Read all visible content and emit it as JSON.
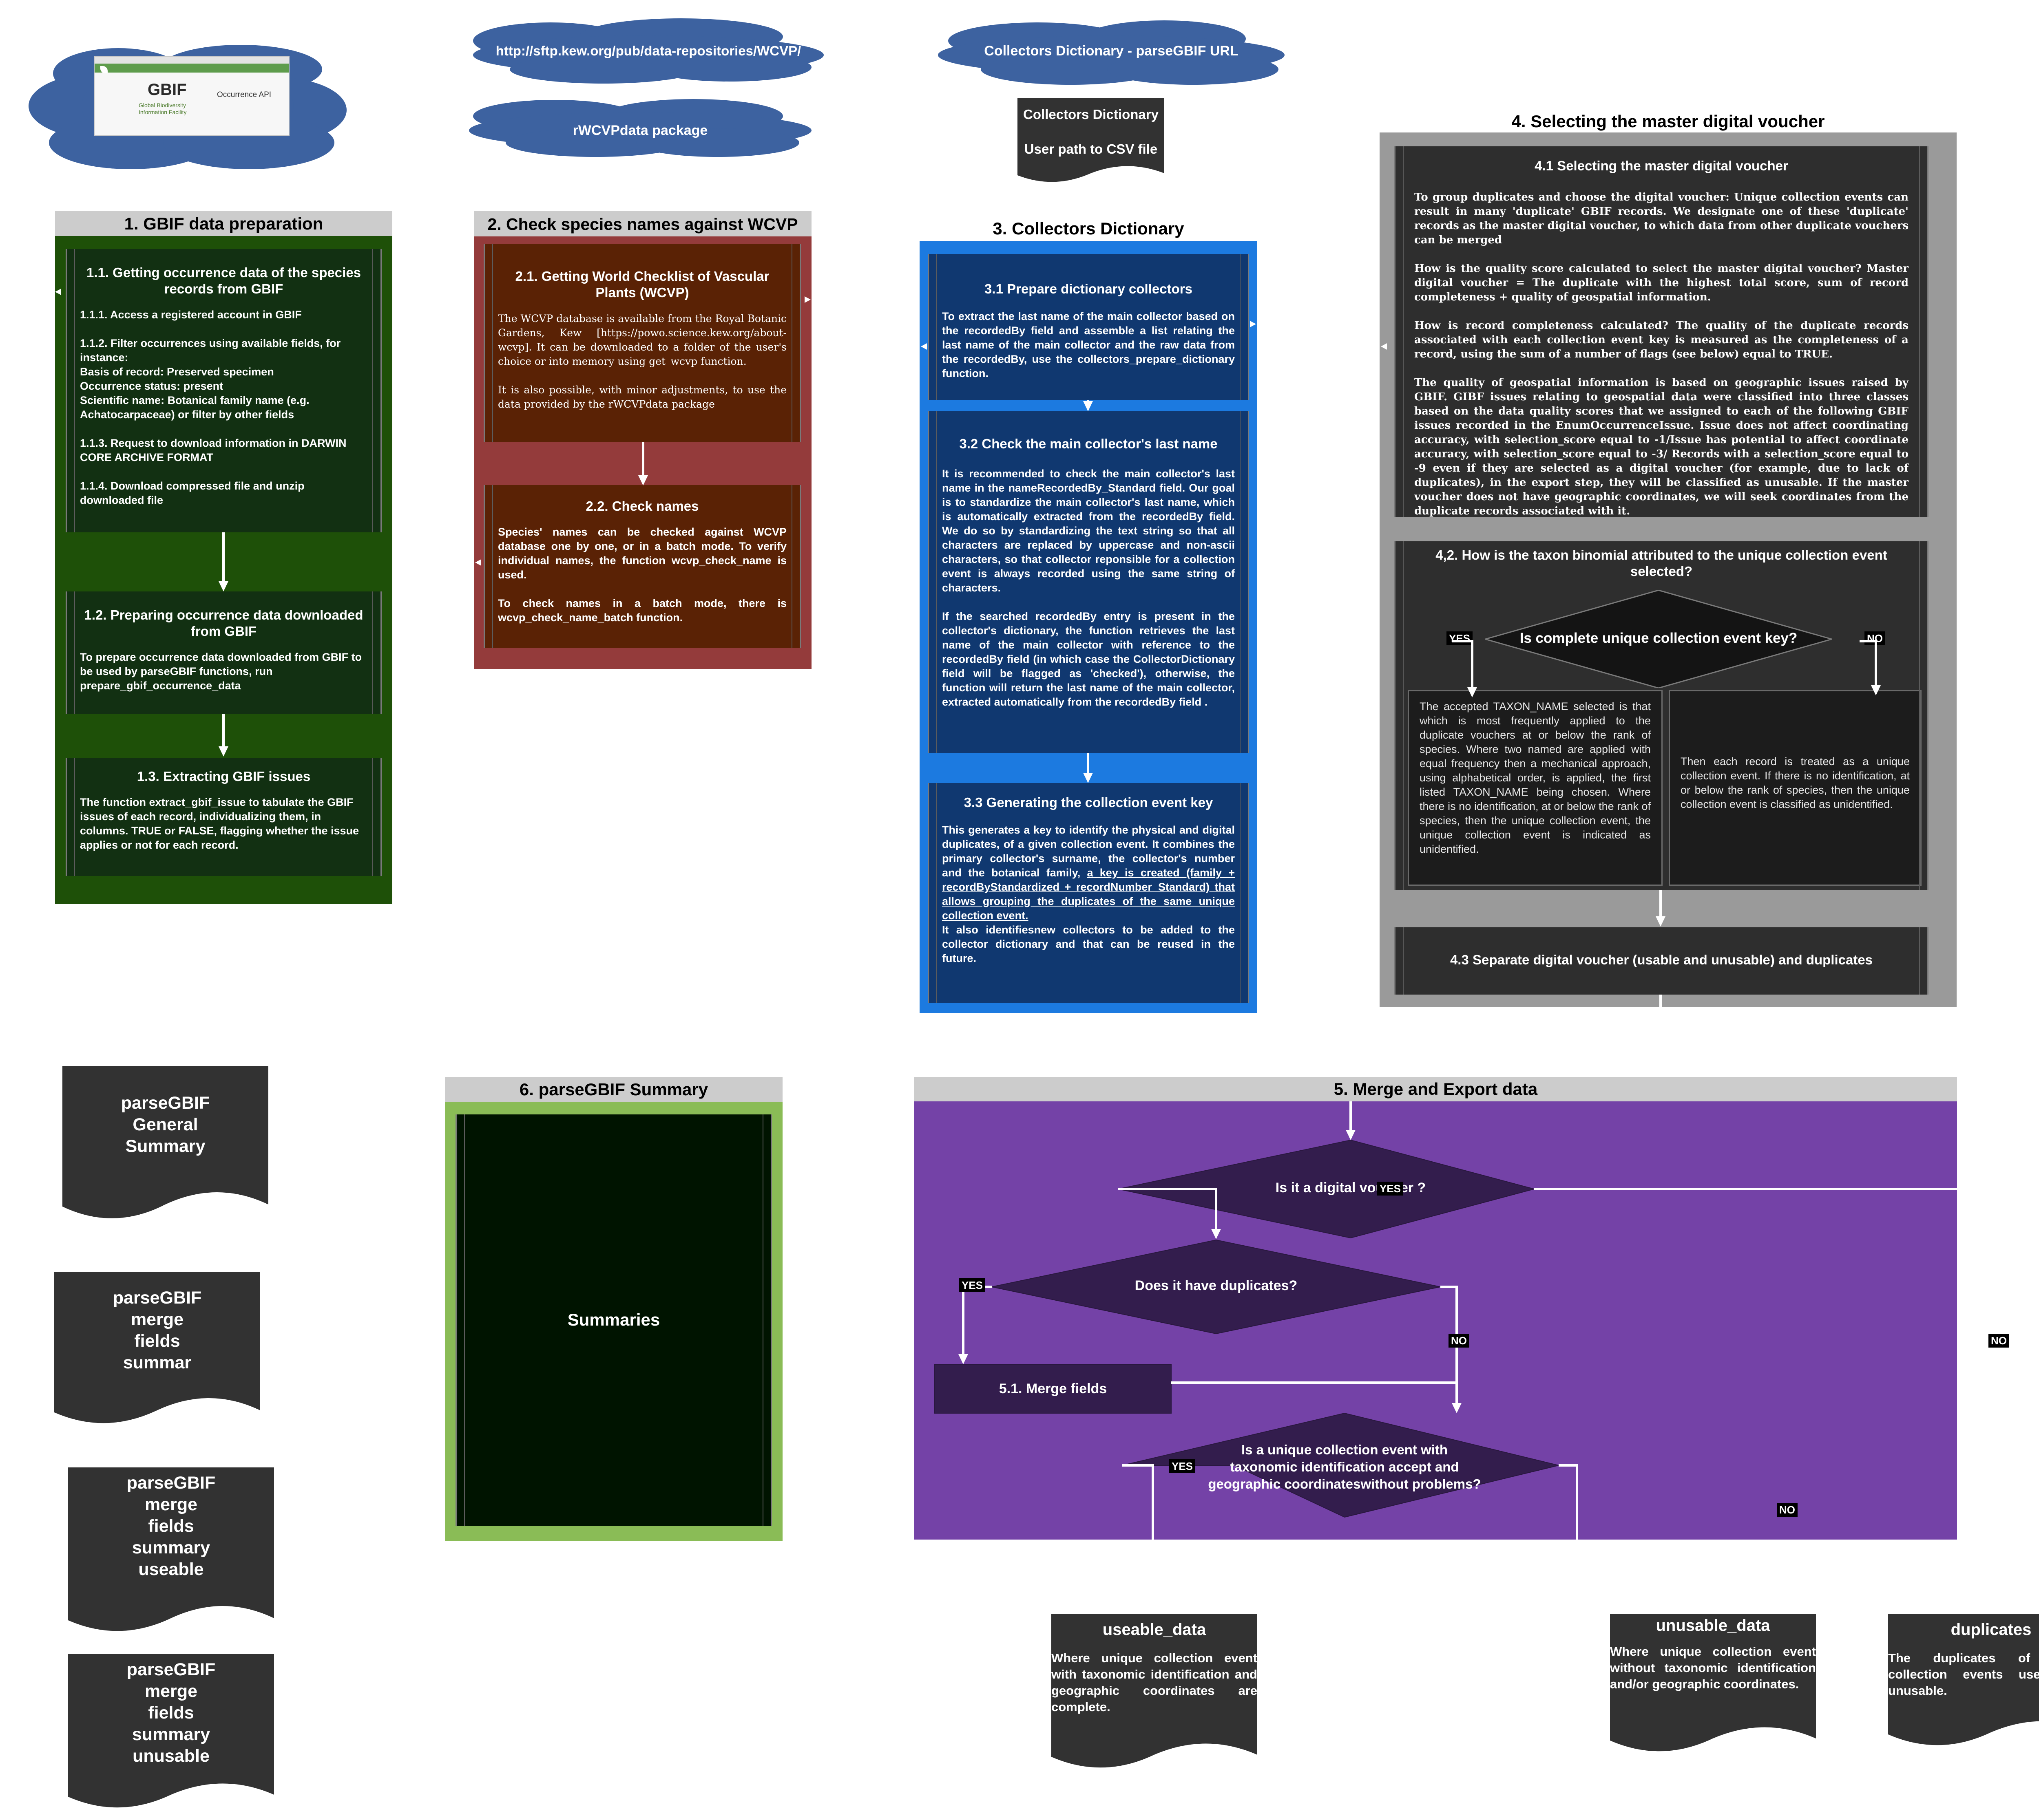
{
  "clouds": {
    "gbif_api": {
      "logo": "GBIF",
      "logo_sub": "Global Biodiversity\nInformation Facility",
      "page_title": "Occurrence API"
    },
    "wcvp_url": "http://sftp.kew.org/pub/data-repositories/WCVP/",
    "rwcvp": "rWCVPdata package",
    "collectors_url": "Collectors Dictionary - parseGBIF URL"
  },
  "collectors_doc": {
    "line1": "Collectors Dictionary",
    "line2": "User path to CSV file"
  },
  "section1": {
    "title": "1. GBIF data preparation",
    "b11_title": "1.1. Getting occurrence data of the species records from GBIF",
    "b11_text": "1.1.1. Access a registered account in GBIF\n\n1.1.2. Filter occurrences using available fields, for instance:\n        Basis of record: Preserved specimen\n        Occurrence status: present\n        Scientific name: Botanical family name (e.g. Achatocarpaceae) or filter by other fields\n\n1.1.3. Request to download information in DARWIN CORE ARCHIVE FORMAT\n\n1.1.4. Download compressed file and unzip downloaded file",
    "b12_title": "1.2. Preparing occurrence data downloaded from GBIF",
    "b12_text": "To prepare occurrence data downloaded from GBIF to be used by parseGBIF functions, run prepare_gbif_occurrence_data",
    "b13_title": "1.3. Extracting GBIF issues",
    "b13_text": "The function extract_gbif_issue to tabulate the GBIF issues of each record, individualizing them, in columns. TRUE or FALSE, flagging whether the issue applies or not for each record."
  },
  "section2": {
    "title": "2. Check species names against WCVP",
    "b21_title": "2.1. Getting World Checklist of Vascular Plants (WCVP)",
    "b21_text": "The WCVP database is available from the Royal Botanic Gardens, Kew [https://powo.science.kew.org/about-wcvp]. It can be downloaded to a folder of the user's choice or into memory using get_wcvp function.\n\nIt is also possible, with minor adjustments, to use the data provided by the rWCVPdata package",
    "b22_title": "2.2. Check names",
    "b22_text": "Species' names can be checked against WCVP database one by one, or in a batch mode. To verify individual names, the function wcvp_check_name is used.\n\nTo check names in a batch mode, there is wcvp_check_name_batch function."
  },
  "section3": {
    "title": "3. Collectors Dictionary",
    "b31_title": "3.1 Prepare dictionary collectors",
    "b31_text": "To extract the last name of the main collector based on the recordedBy field and assemble a list relating the last name of the main collector and the raw data from the recordedBy, use the collectors_prepare_dictionary function.",
    "b32_title": "3.2 Check the main collector's last name",
    "b32_text": "It is recommended to check the main collector's last name in the nameRecordedBy_Standard field. Our goal is to standardize the main collector's last name, which is automatically extracted from the recordedBy field. We do so by standardizing the text string so that all characters are replaced by uppercase and non-ascii characters, so that collector reponsible for a collection event is always recorded using the same string of characters.\n\nIf the searched recordedBy entry is present in the collector's dictionary, the function retrieves the last name of the main collector with reference to the recordedBy field (in which case the CollectorDictionary field will be flagged as 'checked'), otherwise, the function will return the last name of the main collector, extracted automatically from the recordedBy field .",
    "b33_title": "3.3 Generating the collection event key",
    "b33_text_a": "This generates a key to identify the physical and digital duplicates, of a given collection event. It combines the primary collector's surname, the collector's number and the botanical family, ",
    "b33_text_u": "a key is created (family + recordByStandardized + recordNumber_Standard) that allows grouping the duplicates of the same unique collection event.",
    "b33_text_b": "It also identifiesnew collectors to be added to the collector dictionary and that can be reused in the future."
  },
  "section4": {
    "title": "4. Selecting the master digital voucher",
    "b41_title": "4.1 Selecting the master digital voucher",
    "b41_text": "To group duplicates and choose the digital voucher: Unique collection events can result in many 'duplicate' GBIF records. We designate one of these 'duplicate' records as the master digital voucher, to which data from other duplicate vouchers can be merged\n\nHow is the quality score calculated to select the master digital voucher? Master digital voucher = The duplicate with the highest total score, sum of record completeness + quality of geospatial information.\n\nHow is record completeness calculated? The quality of the duplicate records associated with each collection event key is measured as the completeness of a record, using the sum of a number of flags (see below) equal to TRUE.\n\nThe quality of geospatial information is based on geographic issues raised by GBIF. GIBF issues relating to geospatial data were classified into three classes based on the data quality scores that we assigned to each of the following GBIF issues recorded in the EnumOccurrenceIssue. Issue does not affect coordinating accuracy, with selection_score equal to -1/Issue has potential to affect coordinate accuracy, with selection_score equal to -3/ Records with a selection_score equal to -9 even if they are selected as a digital voucher (for example, due to lack of duplicates), in the export step, they will be classified as unusable. If the master voucher does not have geographic coordinates, we will seek coordinates from the duplicate records associated with it.",
    "b42_title": "4,2. How is the taxon binomial attributed to the unique collection event selected?",
    "b42_decision": "Is complete unique collection event key?",
    "yes": "YES",
    "no": "NO",
    "b42_yes_text": "The accepted TAXON_NAME selected is that which is most frequently applied to the duplicate vouchers at or below the rank of species. Where two named are applied with equal frequency then a mechanical approach, using alphabetical order, is applied, the first listed TAXON_NAME being chosen. Where there is no identification, at or below the rank of species, then the unique collection event, the unique collection event is indicated as unidentified.",
    "b42_no_text": "Then each record is treated as a unique collection event. If there is no identification, at or below the rank of species, then the unique collection event is classified as unidentified.",
    "b43_title": "4.3 Separate digital voucher (usable and unusable) and duplicates"
  },
  "section5": {
    "title": "5. Merge and Export data",
    "q1": "Is it a digital voucher ?",
    "q2": "Does it have duplicates?",
    "merge": "5.1. Merge fields",
    "q3_l1": "Is a unique collection event with",
    "q3_l2": "taxonomic identification accept and",
    "q3_l3": "geographic coordinateswithout problems?",
    "yes": "YES",
    "no": "NO"
  },
  "section6": {
    "title": "6. parseGBIF Summary",
    "inner": "Summaries"
  },
  "summary_docs": [
    {
      "lines": [
        "parseGBIF",
        "General",
        "Summary"
      ]
    },
    {
      "lines": [
        "parseGBIF",
        "merge",
        "fields",
        "summar"
      ]
    },
    {
      "lines": [
        "parseGBIF",
        "merge",
        "fields",
        "summary",
        "useable"
      ]
    },
    {
      "lines": [
        "parseGBIF",
        "merge",
        "fields",
        "summary",
        "unusable"
      ]
    }
  ],
  "outputs": [
    {
      "title": "useable_data",
      "desc": "Where unique collection event with taxonomic identification and geographic coordinates are complete."
    },
    {
      "title": "unusable_data",
      "desc": "Where unique collection event without taxonomic identification and/or geographic coordinates."
    },
    {
      "title": "duplicates",
      "desc": "The duplicates of unique collection events useable or unusable."
    }
  ],
  "colors": {
    "cloud": "#3d62a0",
    "sec1": "#1e5008",
    "sec1_inner": "#123012",
    "sec2": "#943b3b",
    "sec2_inner": "#5a2205",
    "sec3": "#1c7ae0",
    "sec3_inner": "#103870",
    "sec4": "#9a9a9a",
    "sec4_inner": "#2e2e2e",
    "sec5": "#7442a7",
    "sec5_shape": "#331d4d",
    "sec6": "#8abc56",
    "sec6_inner": "#001400",
    "doc": "#323232",
    "header": "#cccccc"
  }
}
